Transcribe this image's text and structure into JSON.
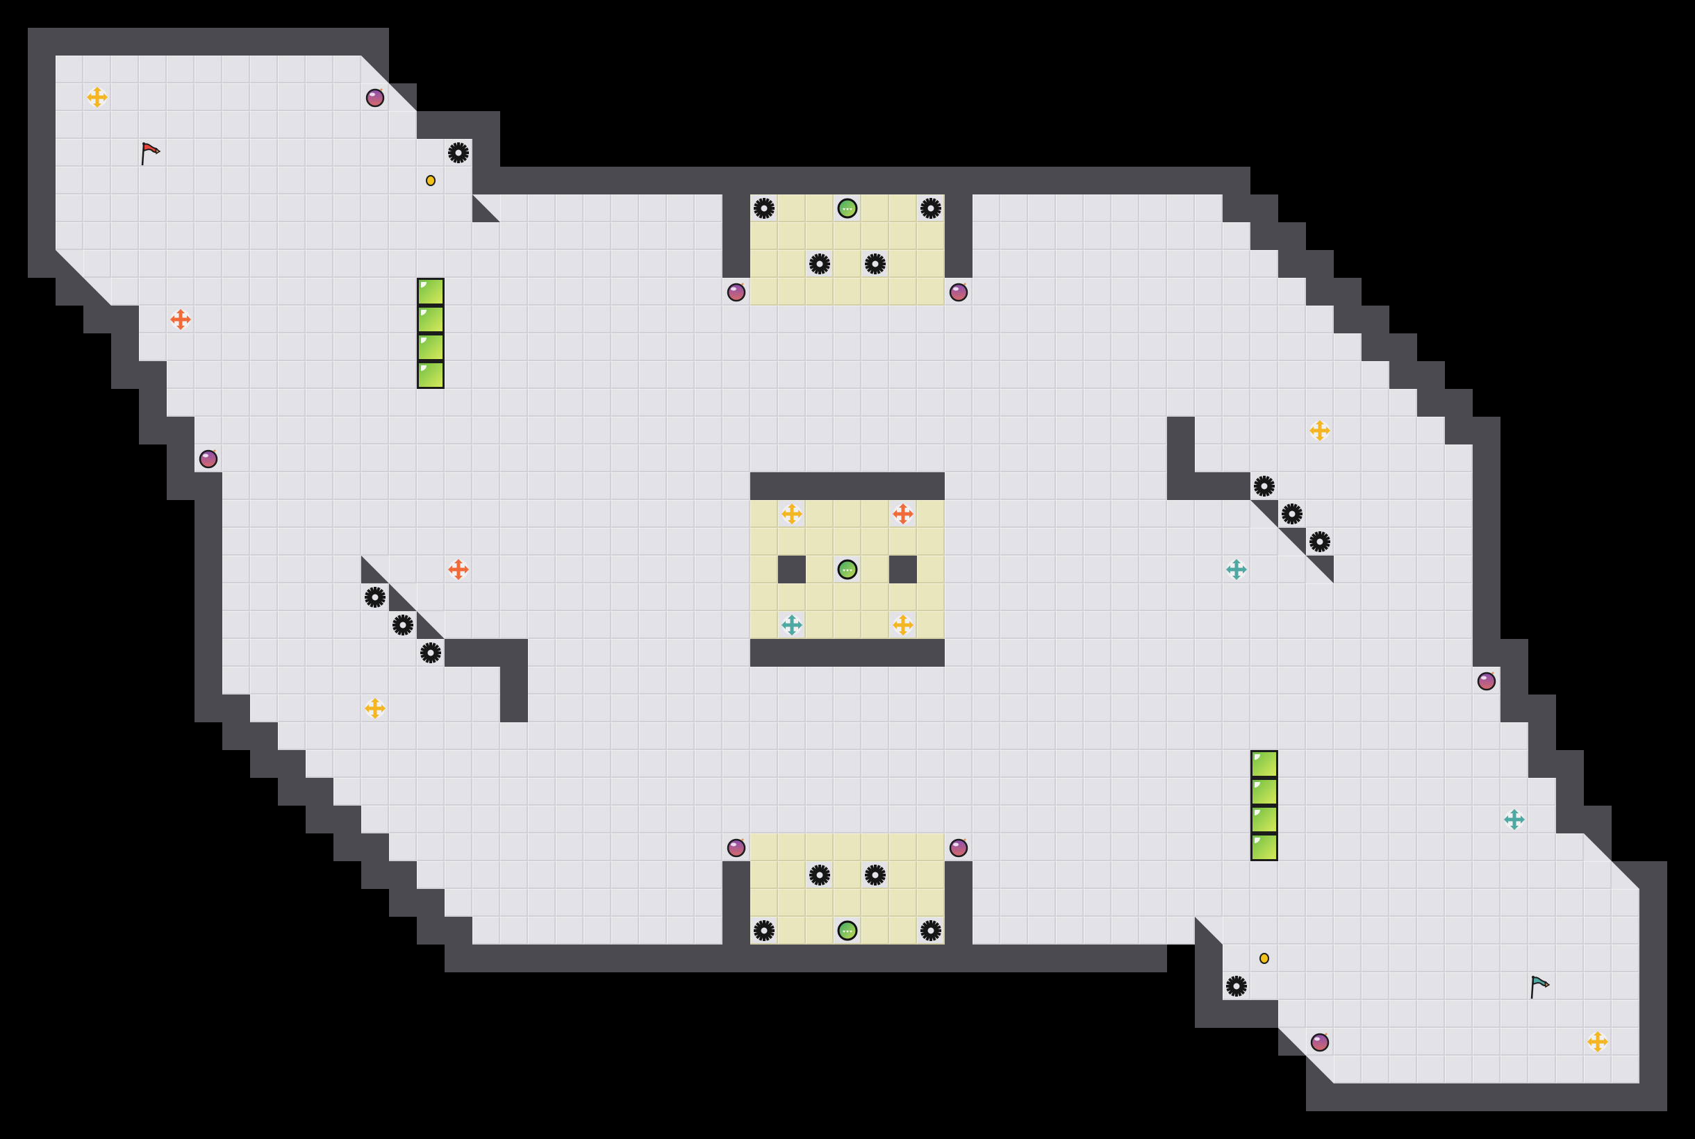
{
  "game": {
    "colors": {
      "background": "#000000",
      "floor": "#e2e2e7",
      "zone": "#e9e6bd",
      "wall": "#4a4a50",
      "yellow_cross": "#f5b623",
      "orange_cross": "#f06a3a",
      "teal_cross": "#4fa9a2",
      "orb": "#9a4f8c",
      "coin": "#f2c21b",
      "red_flag": "#e8453c",
      "teal_flag": "#4fa9a2",
      "exit_orb": "#4fb36a",
      "green_block": "#8fcf4e"
    },
    "entity_types": [
      "yellow-cross",
      "orange-cross",
      "teal-cross",
      "purple-orb",
      "saw-gear",
      "coin",
      "red-flag",
      "teal-flag",
      "exit-orb",
      "green-block"
    ]
  }
}
